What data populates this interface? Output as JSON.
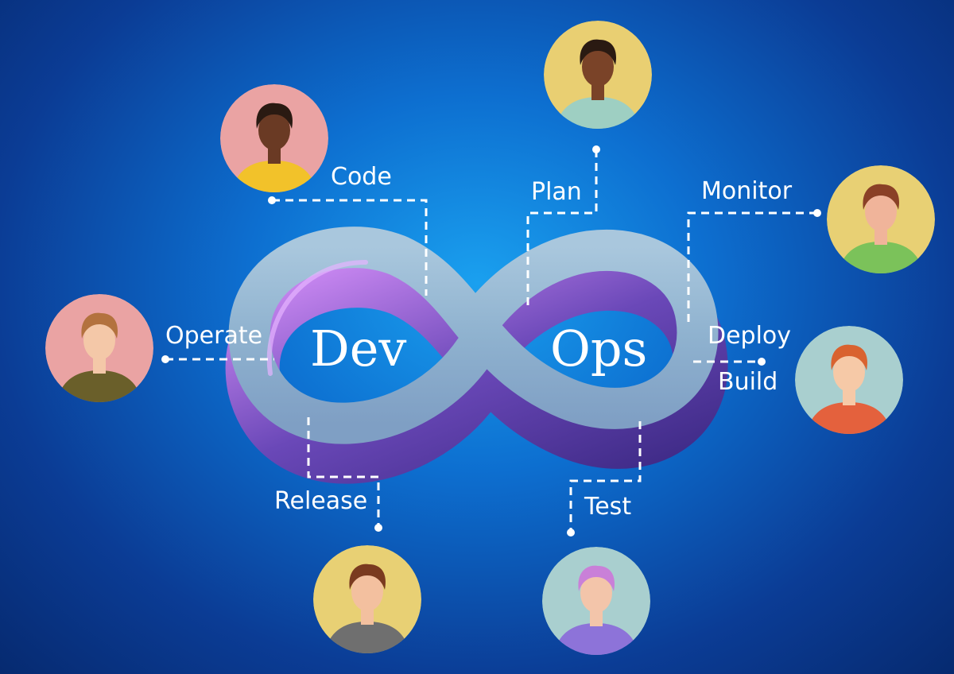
{
  "center": {
    "left_word": "Dev",
    "right_word": "Ops"
  },
  "stages": {
    "code": "Code",
    "plan": "Plan",
    "monitor": "Monitor",
    "operate": "Operate",
    "deploy": "Deploy",
    "build": "Build",
    "release": "Release",
    "test": "Test"
  },
  "colors": {
    "background_center": "#1aa0ef",
    "background_edge": "#062a70",
    "loop_face": "#8fb2cf",
    "loop_edge": "#5c3fa6",
    "loop_highlight": "#d08cf5",
    "connector": "#ffffff"
  },
  "avatars": [
    {
      "id": "code",
      "bg": "#eaa3a3",
      "skin": "#6a3a24",
      "hair": "#2a1a12",
      "shirt": "#f2c22a"
    },
    {
      "id": "plan",
      "bg": "#e9cf72",
      "skin": "#7a4328",
      "hair": "#2a1a12",
      "shirt": "#9ecfc2"
    },
    {
      "id": "monitor",
      "bg": "#e8d074",
      "skin": "#f0b49a",
      "hair": "#8a4026",
      "shirt": "#7bc25a"
    },
    {
      "id": "operate",
      "bg": "#eaa3a3",
      "skin": "#f4c8a8",
      "hair": "#b3723e",
      "shirt": "#6a5f2a"
    },
    {
      "id": "deploy-build",
      "bg": "#a9cfcf",
      "skin": "#f6c9a7",
      "hair": "#d9622f",
      "shirt": "#e4613d"
    },
    {
      "id": "release",
      "bg": "#e8d074",
      "skin": "#f3c09f",
      "hair": "#7a3a1f",
      "shirt": "#6f6f6f"
    },
    {
      "id": "test",
      "bg": "#a9cfcf",
      "skin": "#f3c5aa",
      "hair": "#c980d8",
      "shirt": "#8d73d9"
    }
  ]
}
